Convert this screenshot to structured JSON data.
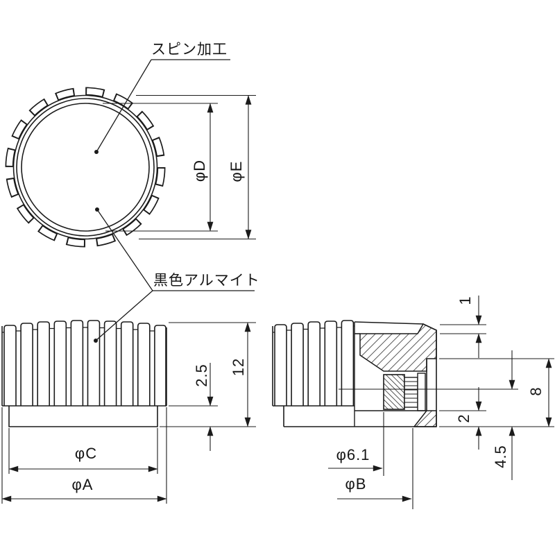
{
  "drawing": {
    "style": {
      "ink": "#1b1b1b",
      "paper": "#ffffff"
    },
    "callouts": {
      "spin_finish": "スピン加工",
      "black_alumite": "黒色アルマイト"
    },
    "top_view": {
      "dims": {
        "recess_dia": "φD",
        "knurl_root_dia": "φE"
      }
    },
    "front_view": {
      "dims": {
        "skirt_height": "2.5",
        "overall_height": "12",
        "skirt_dia": "φC",
        "outer_dia": "φA"
      }
    },
    "section_view": {
      "dims": {
        "recess_depth": "1",
        "bore_depth": "8",
        "ring_height": "2",
        "axis_height": "4.5",
        "bore_dia": "φ6.1",
        "counterbore_dia": "φB"
      }
    }
  }
}
